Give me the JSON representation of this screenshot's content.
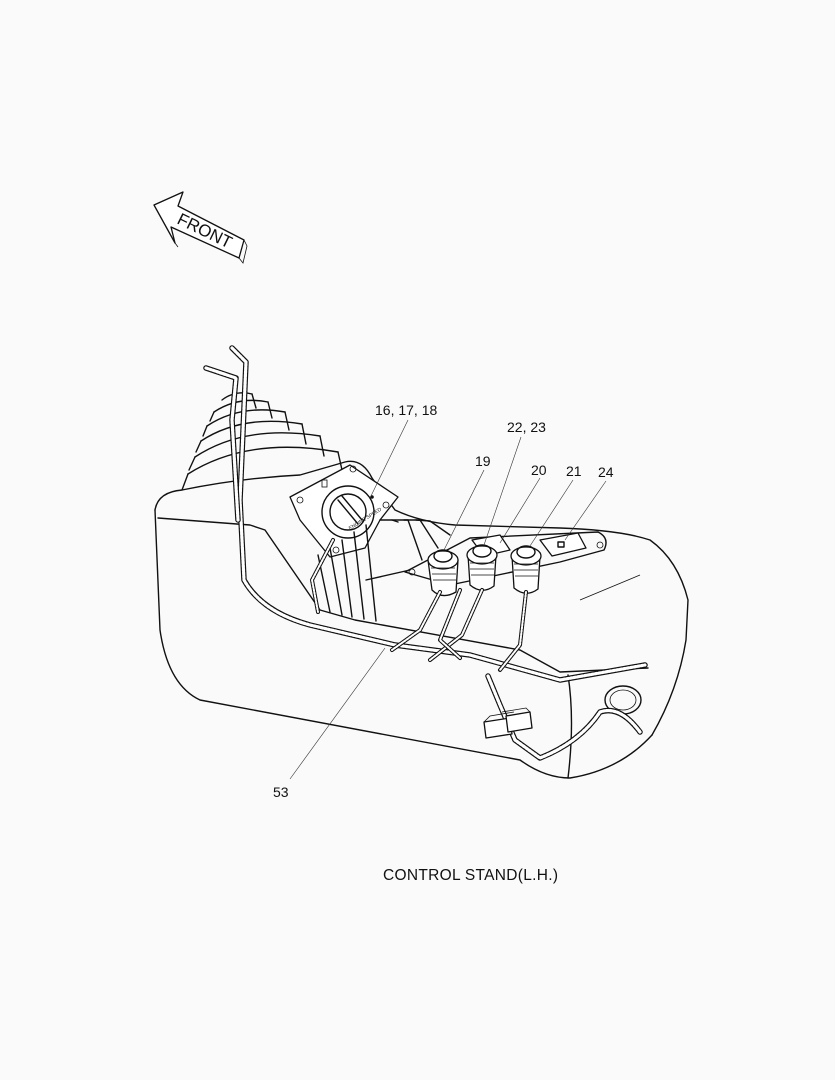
{
  "diagram": {
    "front_label": "FRONT",
    "caption": "CONTROL STAND(L.H.)",
    "dial_label": "ENGINE SPEED",
    "callouts": {
      "c16": "16, 17, 18",
      "c22": "22, 23",
      "c19": "19",
      "c20": "20",
      "c21": "21",
      "c24": "24",
      "c53": "53"
    }
  }
}
